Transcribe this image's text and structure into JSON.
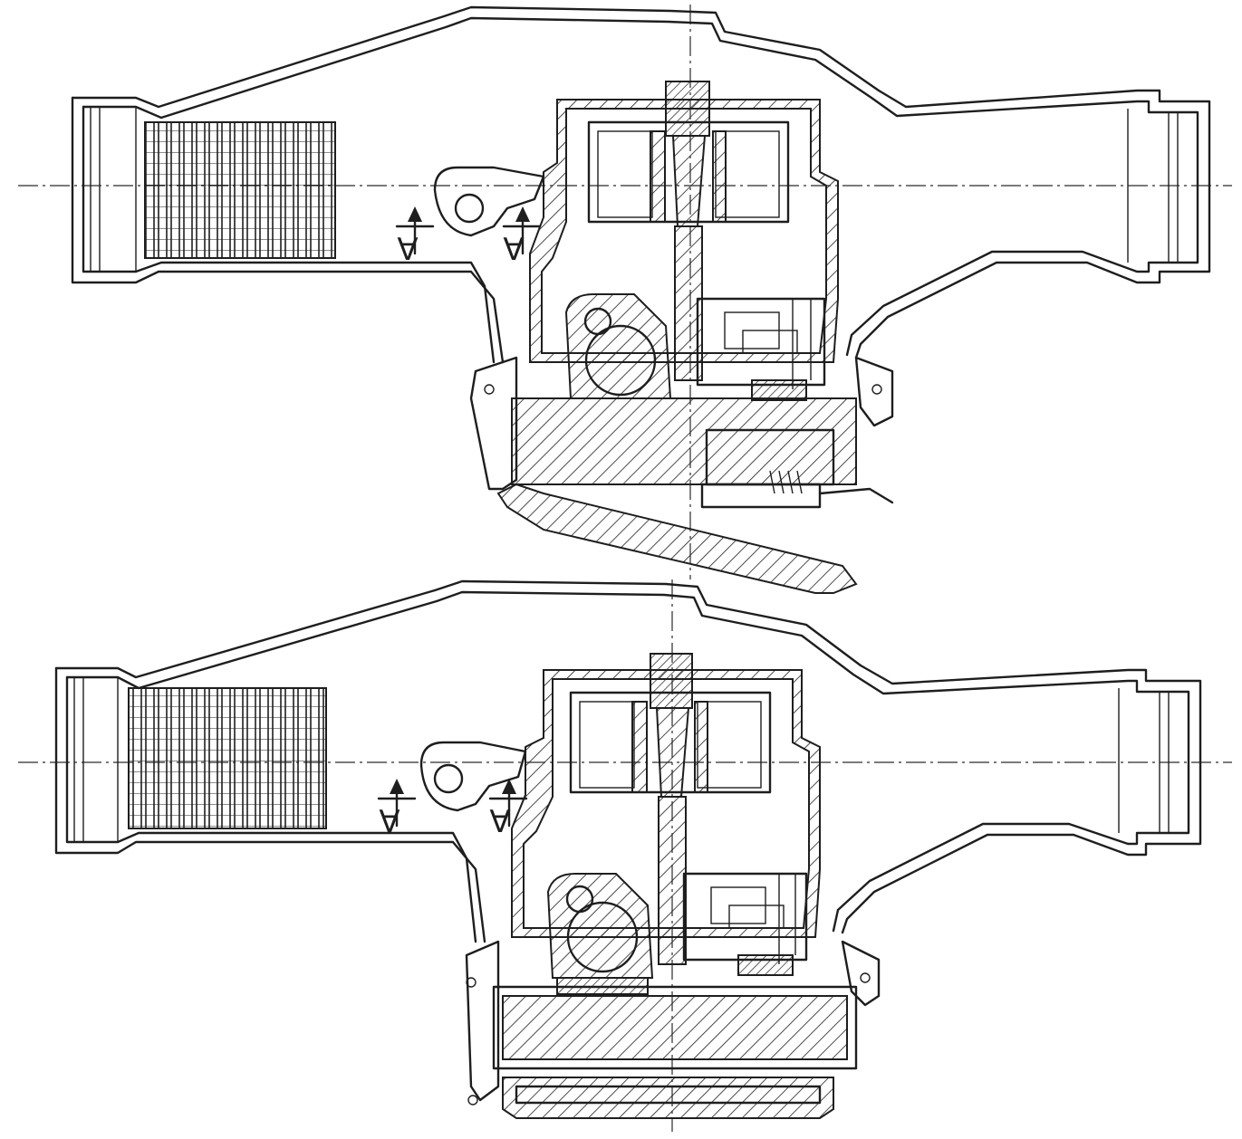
{
  "drawing": {
    "views": [
      {
        "id": "top",
        "section_labels": [
          "A",
          "A"
        ]
      },
      {
        "id": "bottom",
        "section_labels": [
          "A",
          "A"
        ]
      }
    ],
    "line_color": "#1e1e1e",
    "background": "#ffffff"
  }
}
